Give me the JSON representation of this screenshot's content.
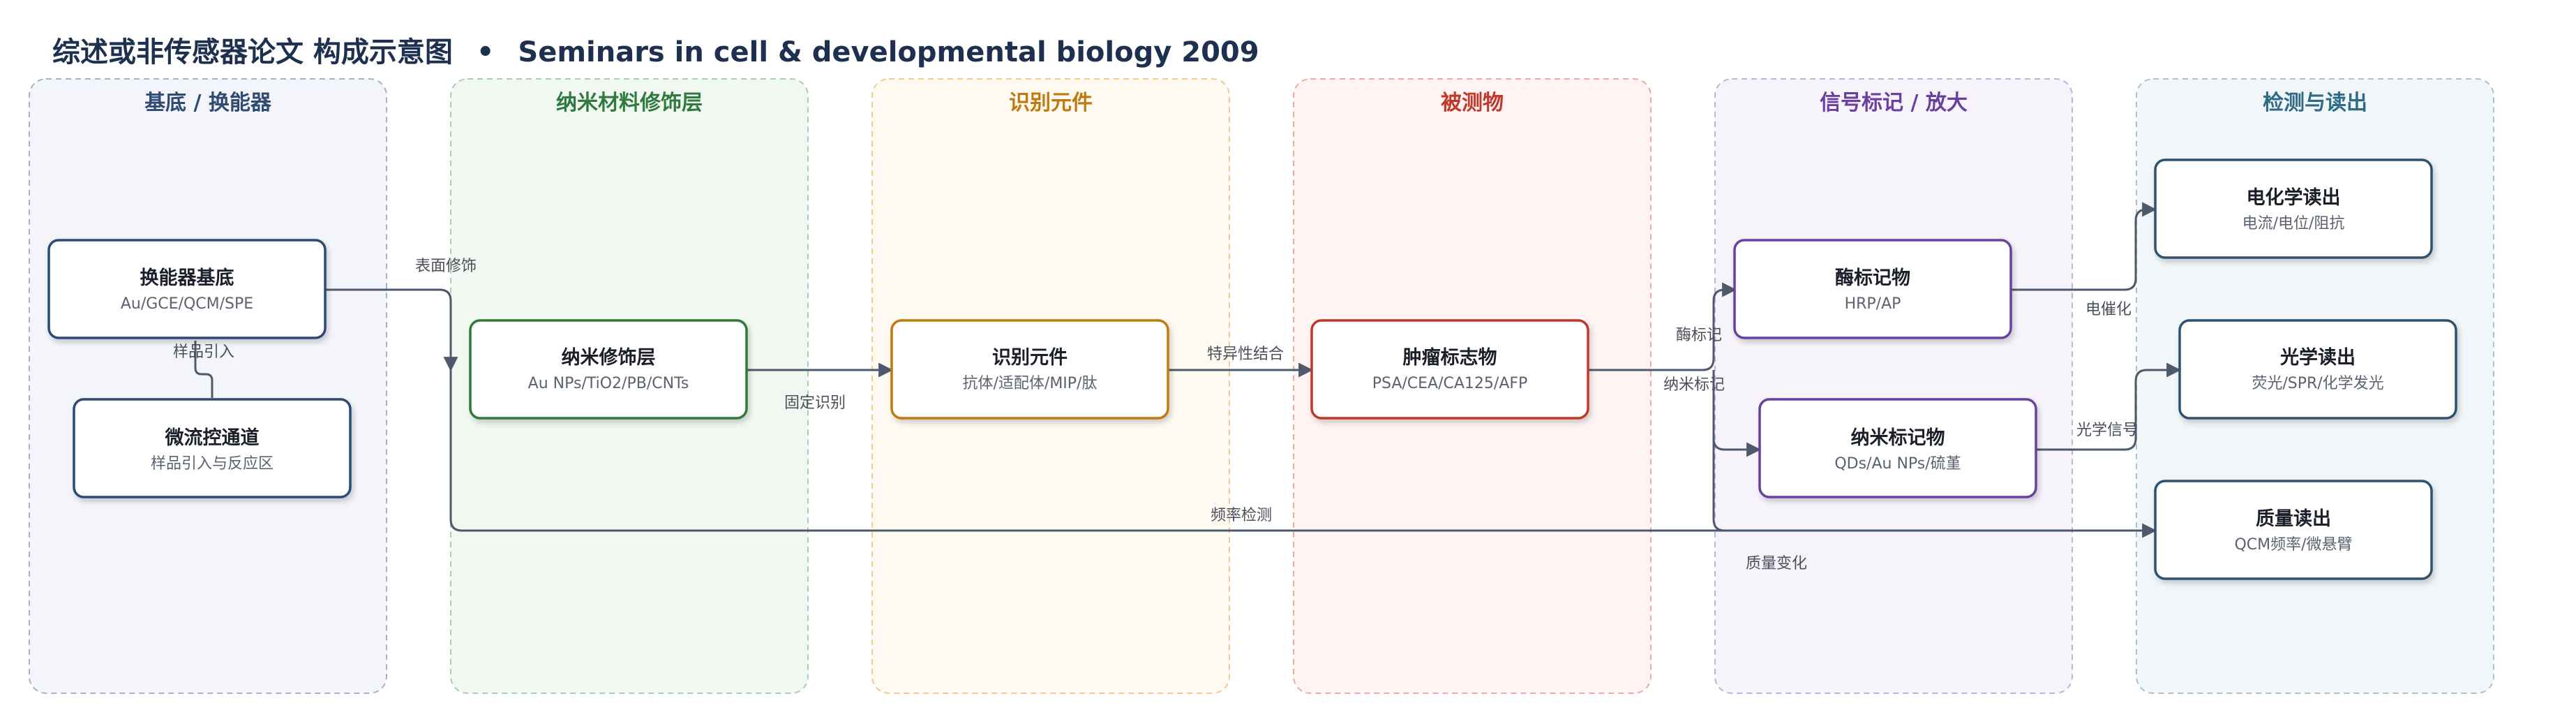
{
  "title": {
    "main": "综述或非传感器论文 构成示意图",
    "separator": "•",
    "journal": "Seminars in cell & developmental biology 2009"
  },
  "columns": [
    {
      "id": "substrate",
      "label": "基底 / 换能器",
      "color": "#2f4a73",
      "bg": "#f3f5fa",
      "border": "#a4b1cc"
    },
    {
      "id": "nano",
      "label": "纳米材料修饰层",
      "color": "#2f7a3e",
      "bg": "#f1f8f2",
      "border": "#a8cfae"
    },
    {
      "id": "recog",
      "label": "识别元件",
      "color": "#c07a10",
      "bg": "#fffaf1",
      "border": "#efcb8f"
    },
    {
      "id": "analyte",
      "label": "被测物",
      "color": "#c0392b",
      "bg": "#fff4f3",
      "border": "#efaaa3"
    },
    {
      "id": "label",
      "label": "信号标记 / 放大",
      "color": "#6a3fa0",
      "bg": "#f6f3fb",
      "border": "#c1b0dc"
    },
    {
      "id": "readout",
      "label": "检测与读出",
      "color": "#2f6a86",
      "bg": "#f1f6f8",
      "border": "#a8c2cf"
    }
  ],
  "nodes": {
    "transducer": {
      "title": "换能器基底",
      "subtitle": "Au/GCE/QCM/SPE",
      "stroke": "#2f4a73"
    },
    "microfluidic": {
      "title": "微流控通道",
      "subtitle": "样品引入与反应区",
      "stroke": "#2f4a73"
    },
    "nanolayer": {
      "title": "纳米修饰层",
      "subtitle": "Au NPs/TiO2/PB/CNTs",
      "stroke": "#2f7a3e"
    },
    "recognition": {
      "title": "识别元件",
      "subtitle": "抗体/适配体/MIP/肽",
      "stroke": "#c07a10"
    },
    "tumor": {
      "title": "肿瘤标志物",
      "subtitle": "PSA/CEA/CA125/AFP",
      "stroke": "#c0392b"
    },
    "enzyme": {
      "title": "酶标记物",
      "subtitle": "HRP/AP",
      "stroke": "#6a3fa0"
    },
    "nanotag": {
      "title": "纳米标记物",
      "subtitle": "QDs/Au NPs/硫堇",
      "stroke": "#6a3fa0"
    },
    "electro": {
      "title": "电化学读出",
      "subtitle": "电流/电位/阻抗",
      "stroke": "#2f5270"
    },
    "optical": {
      "title": "光学读出",
      "subtitle": "荧光/SPR/化学发光",
      "stroke": "#2f5270"
    },
    "mass": {
      "title": "质量读出",
      "subtitle": "QCM频率/微悬臂",
      "stroke": "#2f5270"
    }
  },
  "edge_labels": {
    "sample_in": "样品引入",
    "surface_mod": "表面修饰",
    "immobilize": "固定识别",
    "specific_bind": "特异性结合",
    "enzyme_label": "酶标记",
    "nano_label": "纳米标记",
    "freq_detect": "频率检测",
    "electrocatalysis": "电催化",
    "optical_signal": "光学信号",
    "mass_change": "质量变化"
  }
}
